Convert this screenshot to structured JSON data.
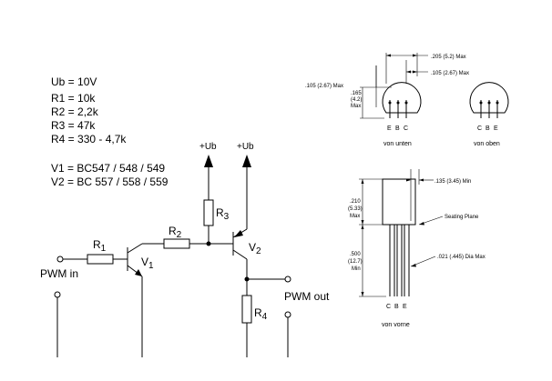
{
  "params": {
    "ub": "Ub = 10V",
    "r1": "R1 = 10k",
    "r2": "R2 = 2,2k",
    "r3": "R3 = 47k",
    "r4": "R4 = 330 - 4,7k",
    "v1": "V1 = BC547 / 548 / 549",
    "v2": "V2 = BC 557 / 558 / 559"
  },
  "circuit": {
    "ub1": "+Ub",
    "ub2": "+Ub",
    "r1": "R",
    "r1_sub": "1",
    "r2": "R",
    "r2_sub": "2",
    "r3": "R",
    "r3_sub": "3",
    "r4": "R",
    "r4_sub": "4",
    "v1": "V",
    "v1_sub": "1",
    "v2": "V",
    "v2_sub": "2",
    "pwm_in": "PWM in",
    "pwm_out": "PWM out"
  },
  "package": {
    "dim_205": ".205 (5.2) Max",
    "dim_105r": ".105 (2.67) Max",
    "dim_105l": ".105 (2.67) Max",
    "dim_165a": ".165",
    "dim_165b": "(4.2)",
    "dim_165c": "Max",
    "bottom_pins": [
      "E",
      "B",
      "C"
    ],
    "top_pins": [
      "C",
      "B",
      "E"
    ],
    "front_pins": [
      "C",
      "B",
      "E"
    ],
    "label_bottom": "von unten",
    "label_top": "von oben",
    "dim_135": ".135 (3.45) Min",
    "dim_210a": ".210",
    "dim_210b": "(5.33)",
    "dim_210c": "Max",
    "seating": "Seating Plane",
    "dim_500a": ".500",
    "dim_500b": "(12.7)",
    "dim_500c": "Min",
    "dim_021": ".021 (.445) Dia Max",
    "label_front": "von vorne"
  }
}
